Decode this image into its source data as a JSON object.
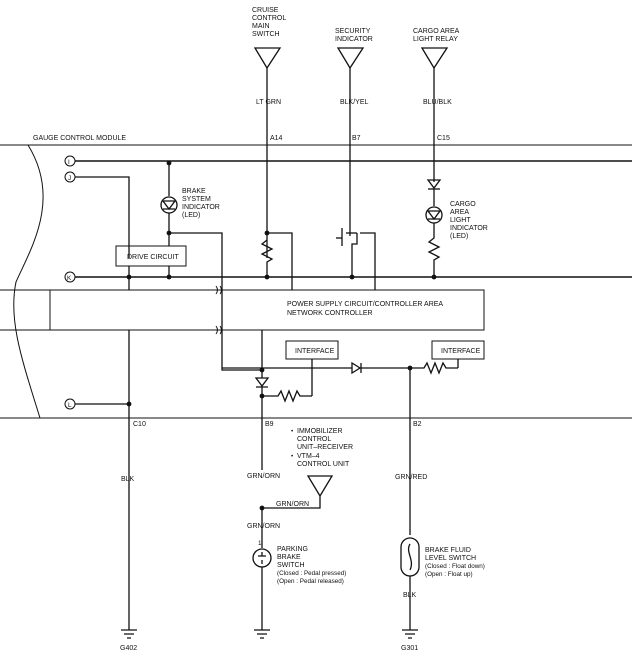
{
  "module": {
    "title": "GAUGE CONTROL MODULE",
    "drive_circuit": "DRIVE CIRCUIT",
    "power_supply": [
      "POWER SUPPLY CIRCUIT/CONTROLLER AREA",
      "NETWORK CONTROLLER"
    ],
    "interface_left": "INTERFACE",
    "interface_right": "INTERFACE"
  },
  "bus_labels": {
    "I": "I",
    "J": "J",
    "K": "K",
    "L": "L"
  },
  "top_connectors": [
    {
      "label": [
        "CRUISE",
        "CONTROL",
        "MAIN",
        "SWITCH"
      ],
      "wire": "LT GRN",
      "pin": "A14"
    },
    {
      "label": [
        "SECURITY",
        "INDICATOR"
      ],
      "wire": "BLK/YEL",
      "pin": "B7"
    },
    {
      "label": [
        "CARGO AREA",
        "LIGHT RELAY"
      ],
      "wire": "BLU/BLK",
      "pin": "C15"
    }
  ],
  "brake_indicator": [
    "BRAKE",
    "SYSTEM",
    "INDICATOR",
    "(LED)"
  ],
  "cargo_indicator": [
    "CARGO",
    "AREA",
    "LIGHT",
    "INDICATOR",
    "(LED)"
  ],
  "pins": {
    "c10": "C10",
    "b9": "B9",
    "b2": "B2"
  },
  "wires": {
    "blk_left": "BLK",
    "grn_orn_1": "GRN/ORN",
    "grn_orn_branch": "GRN/ORN",
    "grn_orn_2": "GRN/ORN",
    "grn_red": "GRN/RED",
    "blk_right": "BLK"
  },
  "immobilizer": [
    "IMMOBILIZER",
    "CONTROL",
    "UNIT–RECEIVER",
    "VTM–4",
    "CONTROL UNIT"
  ],
  "parking_switch": {
    "pin": "1",
    "label": [
      "PARKING",
      "BRAKE",
      "SWITCH",
      "(Closed : Pedal pressed)",
      "(Open : Pedal released)"
    ]
  },
  "fluid_switch": {
    "label": [
      "BRAKE FLUID",
      "LEVEL SWITCH",
      "(Closed : Float down)",
      "(Open : Float up)"
    ]
  },
  "grounds": {
    "g402": "G402",
    "g301": "G301"
  }
}
